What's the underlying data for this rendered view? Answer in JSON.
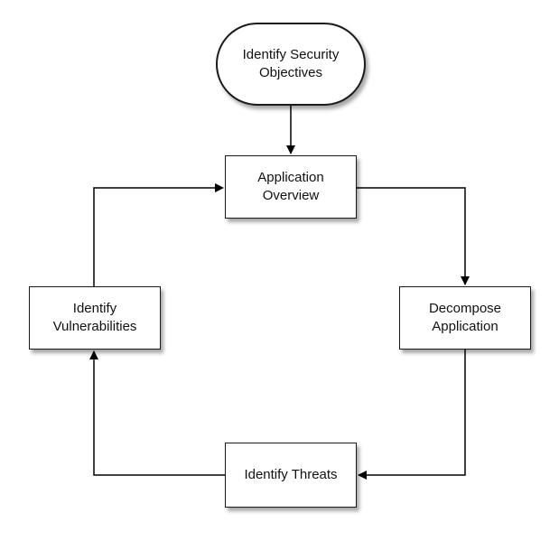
{
  "diagram": {
    "nodes": [
      {
        "id": "objectives",
        "label": "Identify Security\nObjectives",
        "shape": "terminal"
      },
      {
        "id": "overview",
        "label": "Application\nOverview",
        "shape": "process"
      },
      {
        "id": "decompose",
        "label": "Decompose\nApplication",
        "shape": "process"
      },
      {
        "id": "threats",
        "label": "Identify Threats",
        "shape": "process"
      },
      {
        "id": "vulns",
        "label": "Identify\nVulnerabilities",
        "shape": "process"
      }
    ],
    "edges": [
      {
        "from": "objectives",
        "to": "overview"
      },
      {
        "from": "overview",
        "to": "decompose"
      },
      {
        "from": "decompose",
        "to": "threats"
      },
      {
        "from": "threats",
        "to": "vulns"
      },
      {
        "from": "vulns",
        "to": "overview"
      }
    ],
    "colors": {
      "line": "#000000",
      "node_fill": "#ffffff",
      "node_border": "#1a1a1a",
      "text": "#111111"
    }
  }
}
